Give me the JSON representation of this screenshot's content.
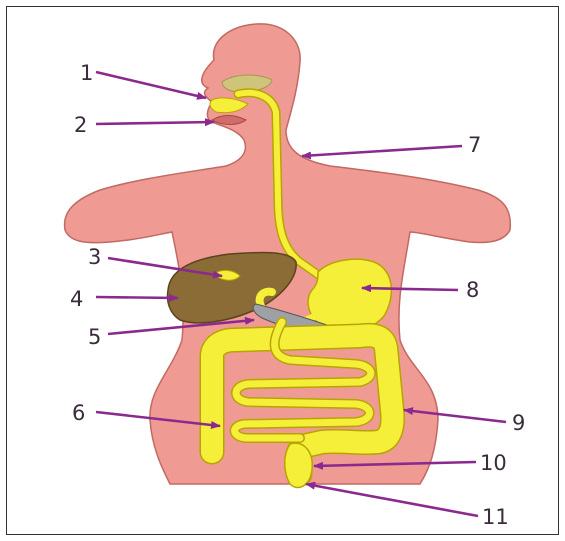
{
  "diagram": {
    "labels": [
      "1",
      "2",
      "3",
      "4",
      "5",
      "6",
      "7",
      "8",
      "9",
      "10",
      "11"
    ]
  },
  "colors": {
    "body": "#ef9a92",
    "body_outline": "#c06a64",
    "digestive": "#f6ef3a",
    "digestive_outline": "#b8a400",
    "liver": "#8b6b36",
    "arrow": "#8b2a8e",
    "numbers": "#3a2c3c"
  }
}
